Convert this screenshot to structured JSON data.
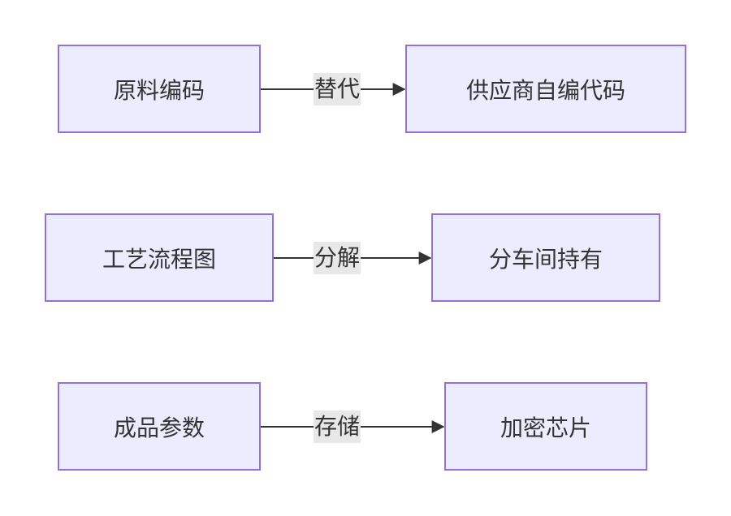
{
  "diagram": {
    "colors": {
      "node_fill": "#ececff",
      "node_border": "#9370db",
      "edge": "#333333",
      "label_bg": "#e8e8e8"
    },
    "rows": [
      {
        "source": "原料编码",
        "edge_label": "替代",
        "target": "供应商自编代码"
      },
      {
        "source": "工艺流程图",
        "edge_label": "分解",
        "target": "分车间持有"
      },
      {
        "source": "成品参数",
        "edge_label": "存储",
        "target": "加密芯片"
      }
    ]
  }
}
